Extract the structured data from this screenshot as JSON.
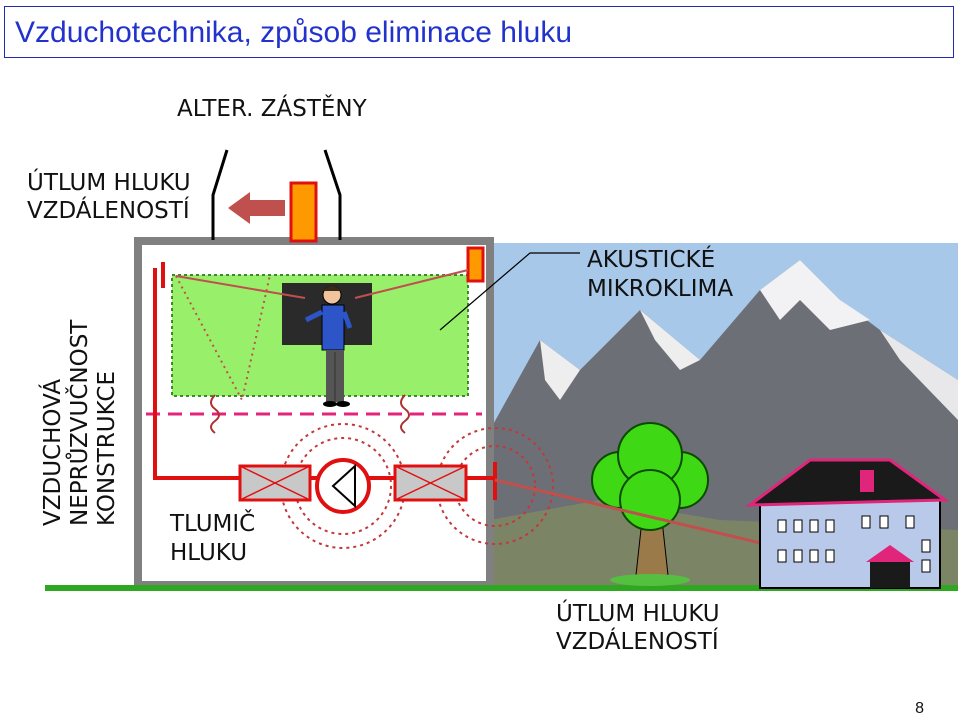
{
  "title": "Vzduchotechnika, způsob eliminace hluku",
  "labels": {
    "alter_zasteny": "ALTER. ZÁSTĚNY",
    "utlum_top_1": "ÚTLUM HLUKU",
    "utlum_top_2": "VZDÁLENOSTÍ",
    "akusticke_1": "AKUSTICKÉ",
    "akusticke_2": "MIKROKLIMA",
    "vertical_1": "VZDUCHOVÁ",
    "vertical_2": "NEPRŮZVUČNOST",
    "vertical_3": "KONSTRUKCE",
    "tlumic_1": "TLUMIČ",
    "tlumic_2": "HLUKU",
    "utlum_bottom_1": "ÚTLUM HLUKU",
    "utlum_bottom_2": "VZDÁLENOSTÍ"
  },
  "page_number": "8",
  "colors": {
    "title": "#2233cc",
    "wall": "#808080",
    "duct": "#e01010",
    "screen": "#ff9900",
    "room_green": "#98f06a",
    "sky": "#a7c8e8",
    "ground": "#2ea820"
  },
  "icons": [
    "arrow-left-icon",
    "fan-icon",
    "silencer-icon",
    "tree-icon",
    "house-icon",
    "teacher-icon",
    "mountain-icon"
  ]
}
